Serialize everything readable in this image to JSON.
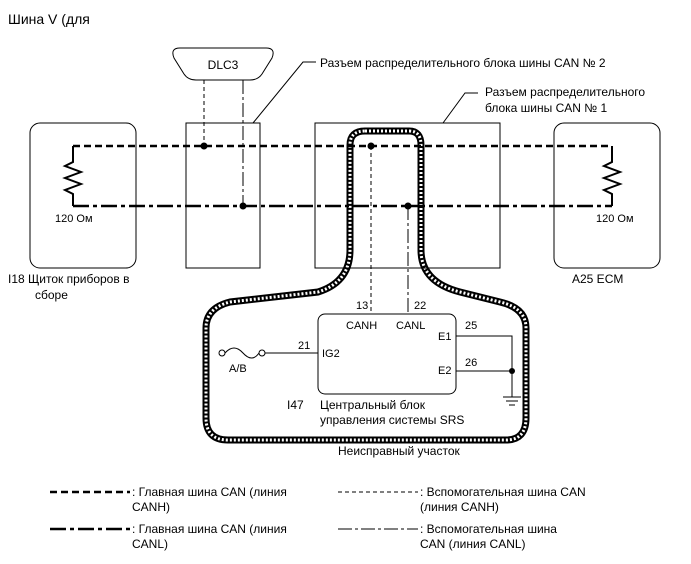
{
  "title": "Шина V (для",
  "dlc3": "DLC3",
  "jb2_label_line1": "Разъем распределительного блока шины CAN № 2",
  "jb1_label_line1": "Разъем распределительного",
  "jb1_label_line2": "блока шины CAN № 1",
  "left_module": {
    "resistor": "120 Ом",
    "code_line1": "I18  Щиток приборов в",
    "code_line2": "сборе"
  },
  "right_module": {
    "resistor": "120 Ом",
    "code": "A25  ECM"
  },
  "srs": {
    "pin_canh": "13",
    "pin_canl": "22",
    "canh": "CANH",
    "canl": "CANL",
    "pin_e1": "25",
    "e1": "E1",
    "pin_e2": "26",
    "e2": "E2",
    "pin_ig2": "21",
    "ig2": "IG2",
    "fuse": "A/B",
    "code": "I47",
    "name_line1": "Центральный блок",
    "name_line2": "управления системы SRS"
  },
  "fault_label": "Неисправный участок",
  "legend": {
    "main_canh_line1": ": Главная шина CAN (линия",
    "main_canh_line2": "CANH)",
    "main_canl_line1": ": Главная шина CAN (линия",
    "main_canl_line2": "CANL)",
    "aux_canh_line1": ": Вспомогательная шина CAN",
    "aux_canh_line2": "(линия CANH)",
    "aux_canl_line1": ": Вспомогательная шина",
    "aux_canl_line2": "CAN (линия CANL)"
  }
}
